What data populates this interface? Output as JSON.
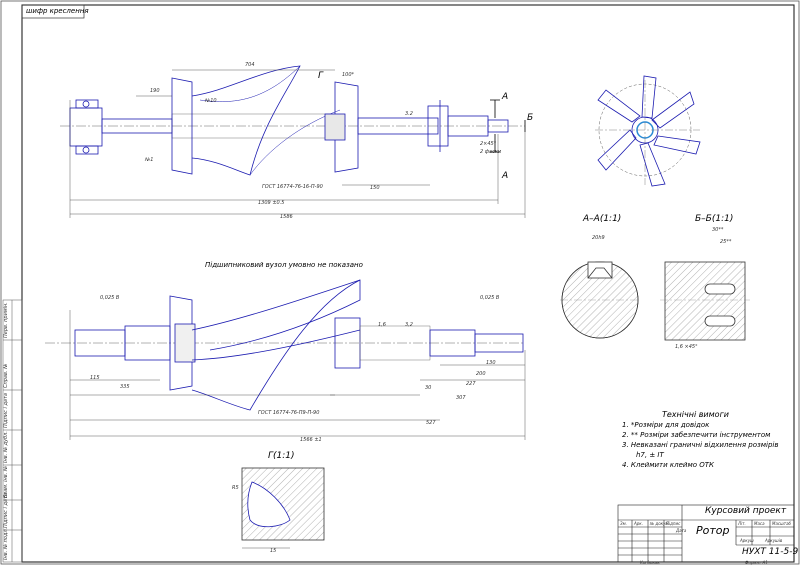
{
  "corner_label": "шифр креслення",
  "note_bearing": "Підшипниковий вузол умовно не показано",
  "sections": {
    "aa": "А–А(1:1)",
    "bb": "Б–Б(1:1)",
    "gg": "Г(1:1)",
    "cut_a": "А",
    "cut_b": "Б",
    "cut_g": "Г"
  },
  "dims_top": {
    "d704": "704",
    "d190": "190",
    "d150": "150",
    "d1309": "1309 ±0.5",
    "d1586": "1586",
    "d100": "100*",
    "d32": "3.2",
    "chamfer": "2×45°",
    "faces": "2 фаски",
    "gost": "ГОСТ 16774-76-16-П-90",
    "n1": "№1",
    "n10": "№10"
  },
  "dims_bottom": {
    "d1566": "1566 ±1",
    "d527": "527",
    "d307": "307",
    "d227": "227",
    "d200": "200",
    "d130": "130",
    "d335": "335",
    "d115": "115",
    "d30": "30",
    "gost": "ГОСТ 16774-76-П9-П-90",
    "tol1": "0,025 В",
    "tol2": "0,025 В",
    "d16": "1,6",
    "d32": "3,2"
  },
  "dims_sections": {
    "aa_top": "20h9",
    "bb_top": "30**",
    "bb_25": "25**",
    "bb_chamfer": "1,6 ×45°",
    "g_15": "15",
    "g_r": "R5"
  },
  "notes": {
    "title": "Технічні вимоги",
    "items": [
      "1. *Розміри для довідок",
      "2. ** Розміри забезпечити інструментом",
      "3. Невказані граничні відхилення розмірів",
      "h7, ±  IT",
      "4. Клеймити клеймо ОТК"
    ]
  },
  "title_block": {
    "project": "Курсовий проект",
    "name": "Ротор",
    "code": "НУХТ 11-5-9",
    "scale_hdr": [
      "Літ.",
      "Маса",
      "Масштаб"
    ],
    "sheet": "Аркуш",
    "sheets": "Аркушів",
    "footer_left": "Копіював",
    "footer_right": "Формат А1",
    "rows": [
      "Зм.",
      "Арк.",
      "№ докум.",
      "Підпис",
      "Дата"
    ]
  },
  "side_stamps": [
    "Перв. примін.",
    "Справ. №",
    "Підпис і дата",
    "Інв. № дубл.",
    "Взам. інв. №",
    "Підпис і дата",
    "Інв. № подл."
  ]
}
